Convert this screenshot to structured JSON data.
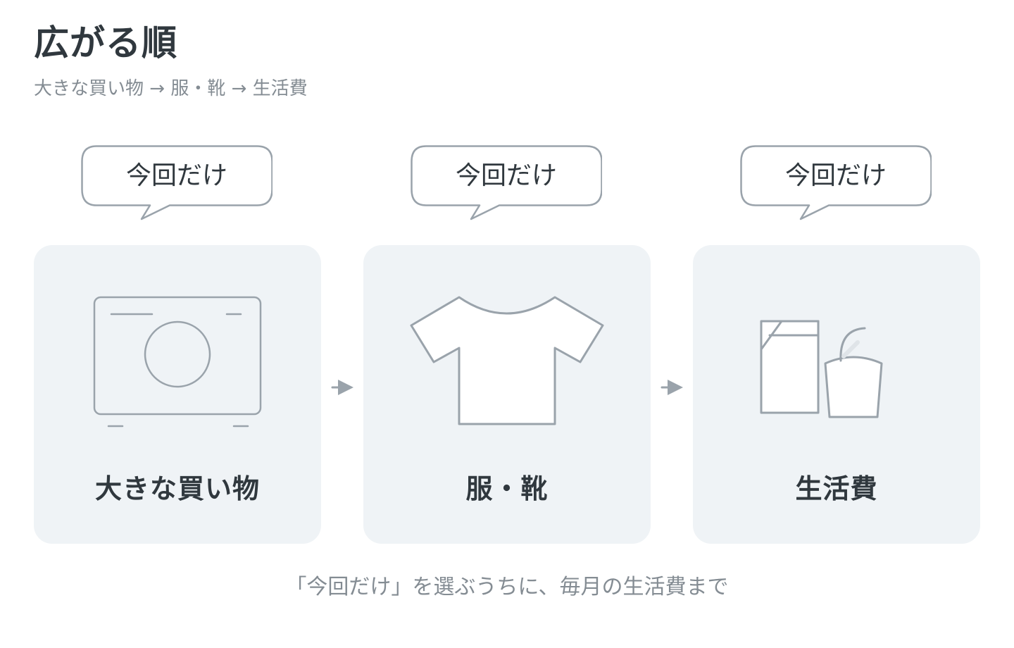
{
  "title": "広がる順",
  "subtitle": "大きな買い物 → 服・靴 → 生活費",
  "steps": [
    {
      "bubble": "今回だけ",
      "label": "大きな買い物",
      "icon": "washing-machine-icon"
    },
    {
      "bubble": "今回だけ",
      "label": "服・靴",
      "icon": "t-shirt-icon"
    },
    {
      "bubble": "今回だけ",
      "label": "生活費",
      "icon": "groceries-icon"
    }
  ],
  "caption": "「今回だけ」を選ぶうちに、毎月の生活費まで",
  "colors": {
    "text_primary": "#30383e",
    "text_secondary": "#848c93",
    "card_background": "#eff3f6",
    "line": "#9aa3ab"
  }
}
